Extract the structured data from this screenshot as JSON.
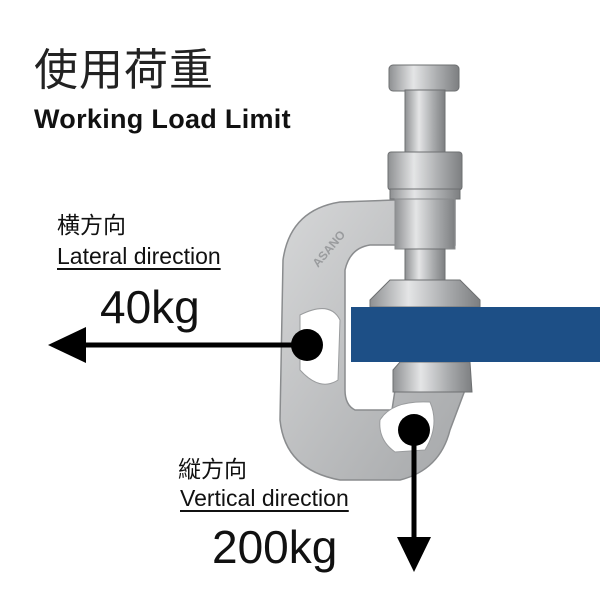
{
  "title": {
    "japanese": "使用荷重",
    "english": "Working Load Limit"
  },
  "lateral": {
    "japanese": "横方向",
    "english": "Lateral direction",
    "value": "40kg"
  },
  "vertical": {
    "japanese": "縦方向",
    "english": "Vertical direction",
    "value": "200kg"
  },
  "product": {
    "brand": "ASANO"
  },
  "colors": {
    "beam": "#1d4f86",
    "steel": "#b9bbbd",
    "arrow": "#000000"
  }
}
